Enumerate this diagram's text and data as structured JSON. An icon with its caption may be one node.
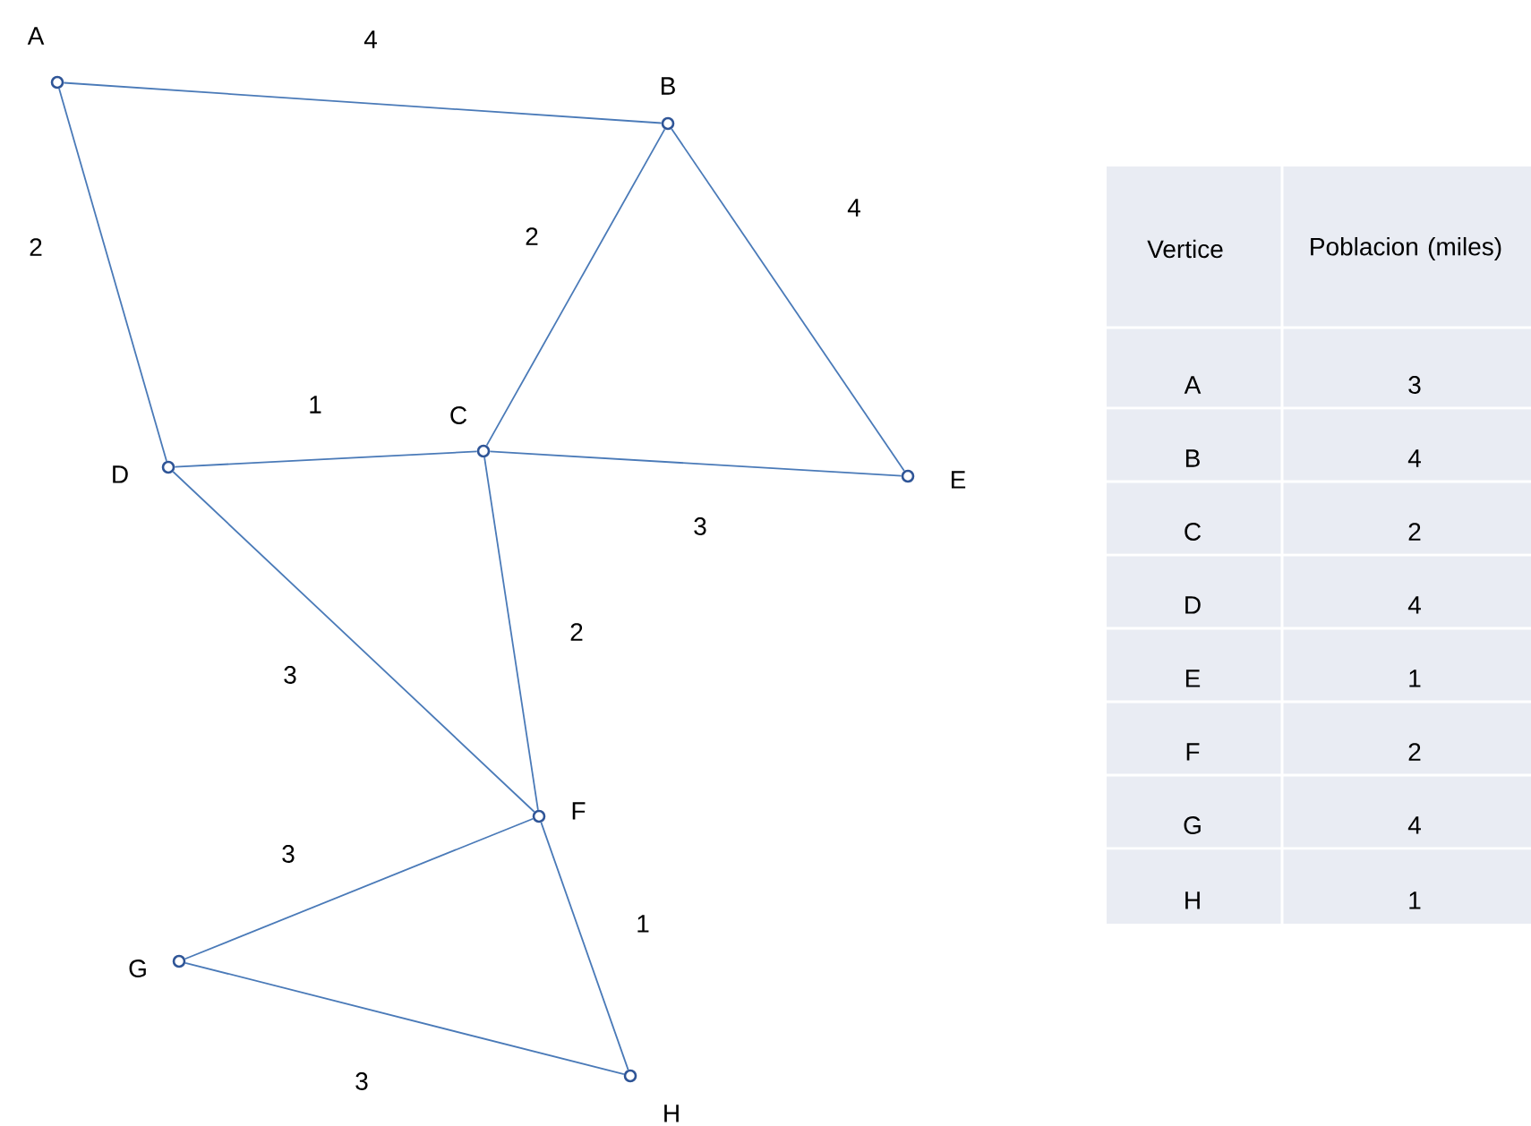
{
  "diagram": {
    "nodes": [
      {
        "text": [
          "A"
        ]
      },
      {
        "text": [
          "B"
        ]
      },
      {
        "text": [
          "C"
        ]
      },
      {
        "text": [
          "D"
        ]
      },
      {
        "text": [
          "E"
        ]
      },
      {
        "text": [
          "F"
        ]
      },
      {
        "text": [
          "G"
        ]
      },
      {
        "text": [
          "H"
        ]
      }
    ],
    "edges": [
      {
        "from": 0,
        "to": 1,
        "arrow": "none",
        "label": "4"
      },
      {
        "from": 0,
        "to": 3,
        "arrow": "none",
        "label": "2"
      },
      {
        "from": 1,
        "to": 2,
        "arrow": "none",
        "label": "2"
      },
      {
        "from": 1,
        "to": 4,
        "arrow": "none",
        "label": "4"
      },
      {
        "from": 3,
        "to": 2,
        "arrow": "none",
        "label": "1"
      },
      {
        "from": 2,
        "to": 4,
        "arrow": "none",
        "label": "3"
      },
      {
        "from": 2,
        "to": 5,
        "arrow": "none",
        "label": "2"
      },
      {
        "from": 3,
        "to": 5,
        "arrow": "none",
        "label": "3"
      },
      {
        "from": 5,
        "to": 6,
        "arrow": "none",
        "label": "3"
      },
      {
        "from": 5,
        "to": 7,
        "arrow": "none",
        "label": "1"
      },
      {
        "from": 6,
        "to": 7,
        "arrow": "none",
        "label": "3"
      }
    ],
    "labels": [
      "Vertice",
      "Poblacion (miles)",
      "A",
      "3",
      "B",
      "4",
      "C",
      "2",
      "D",
      "4",
      "E",
      "1",
      "F",
      "2",
      "G",
      "4",
      "H",
      "1"
    ]
  }
}
